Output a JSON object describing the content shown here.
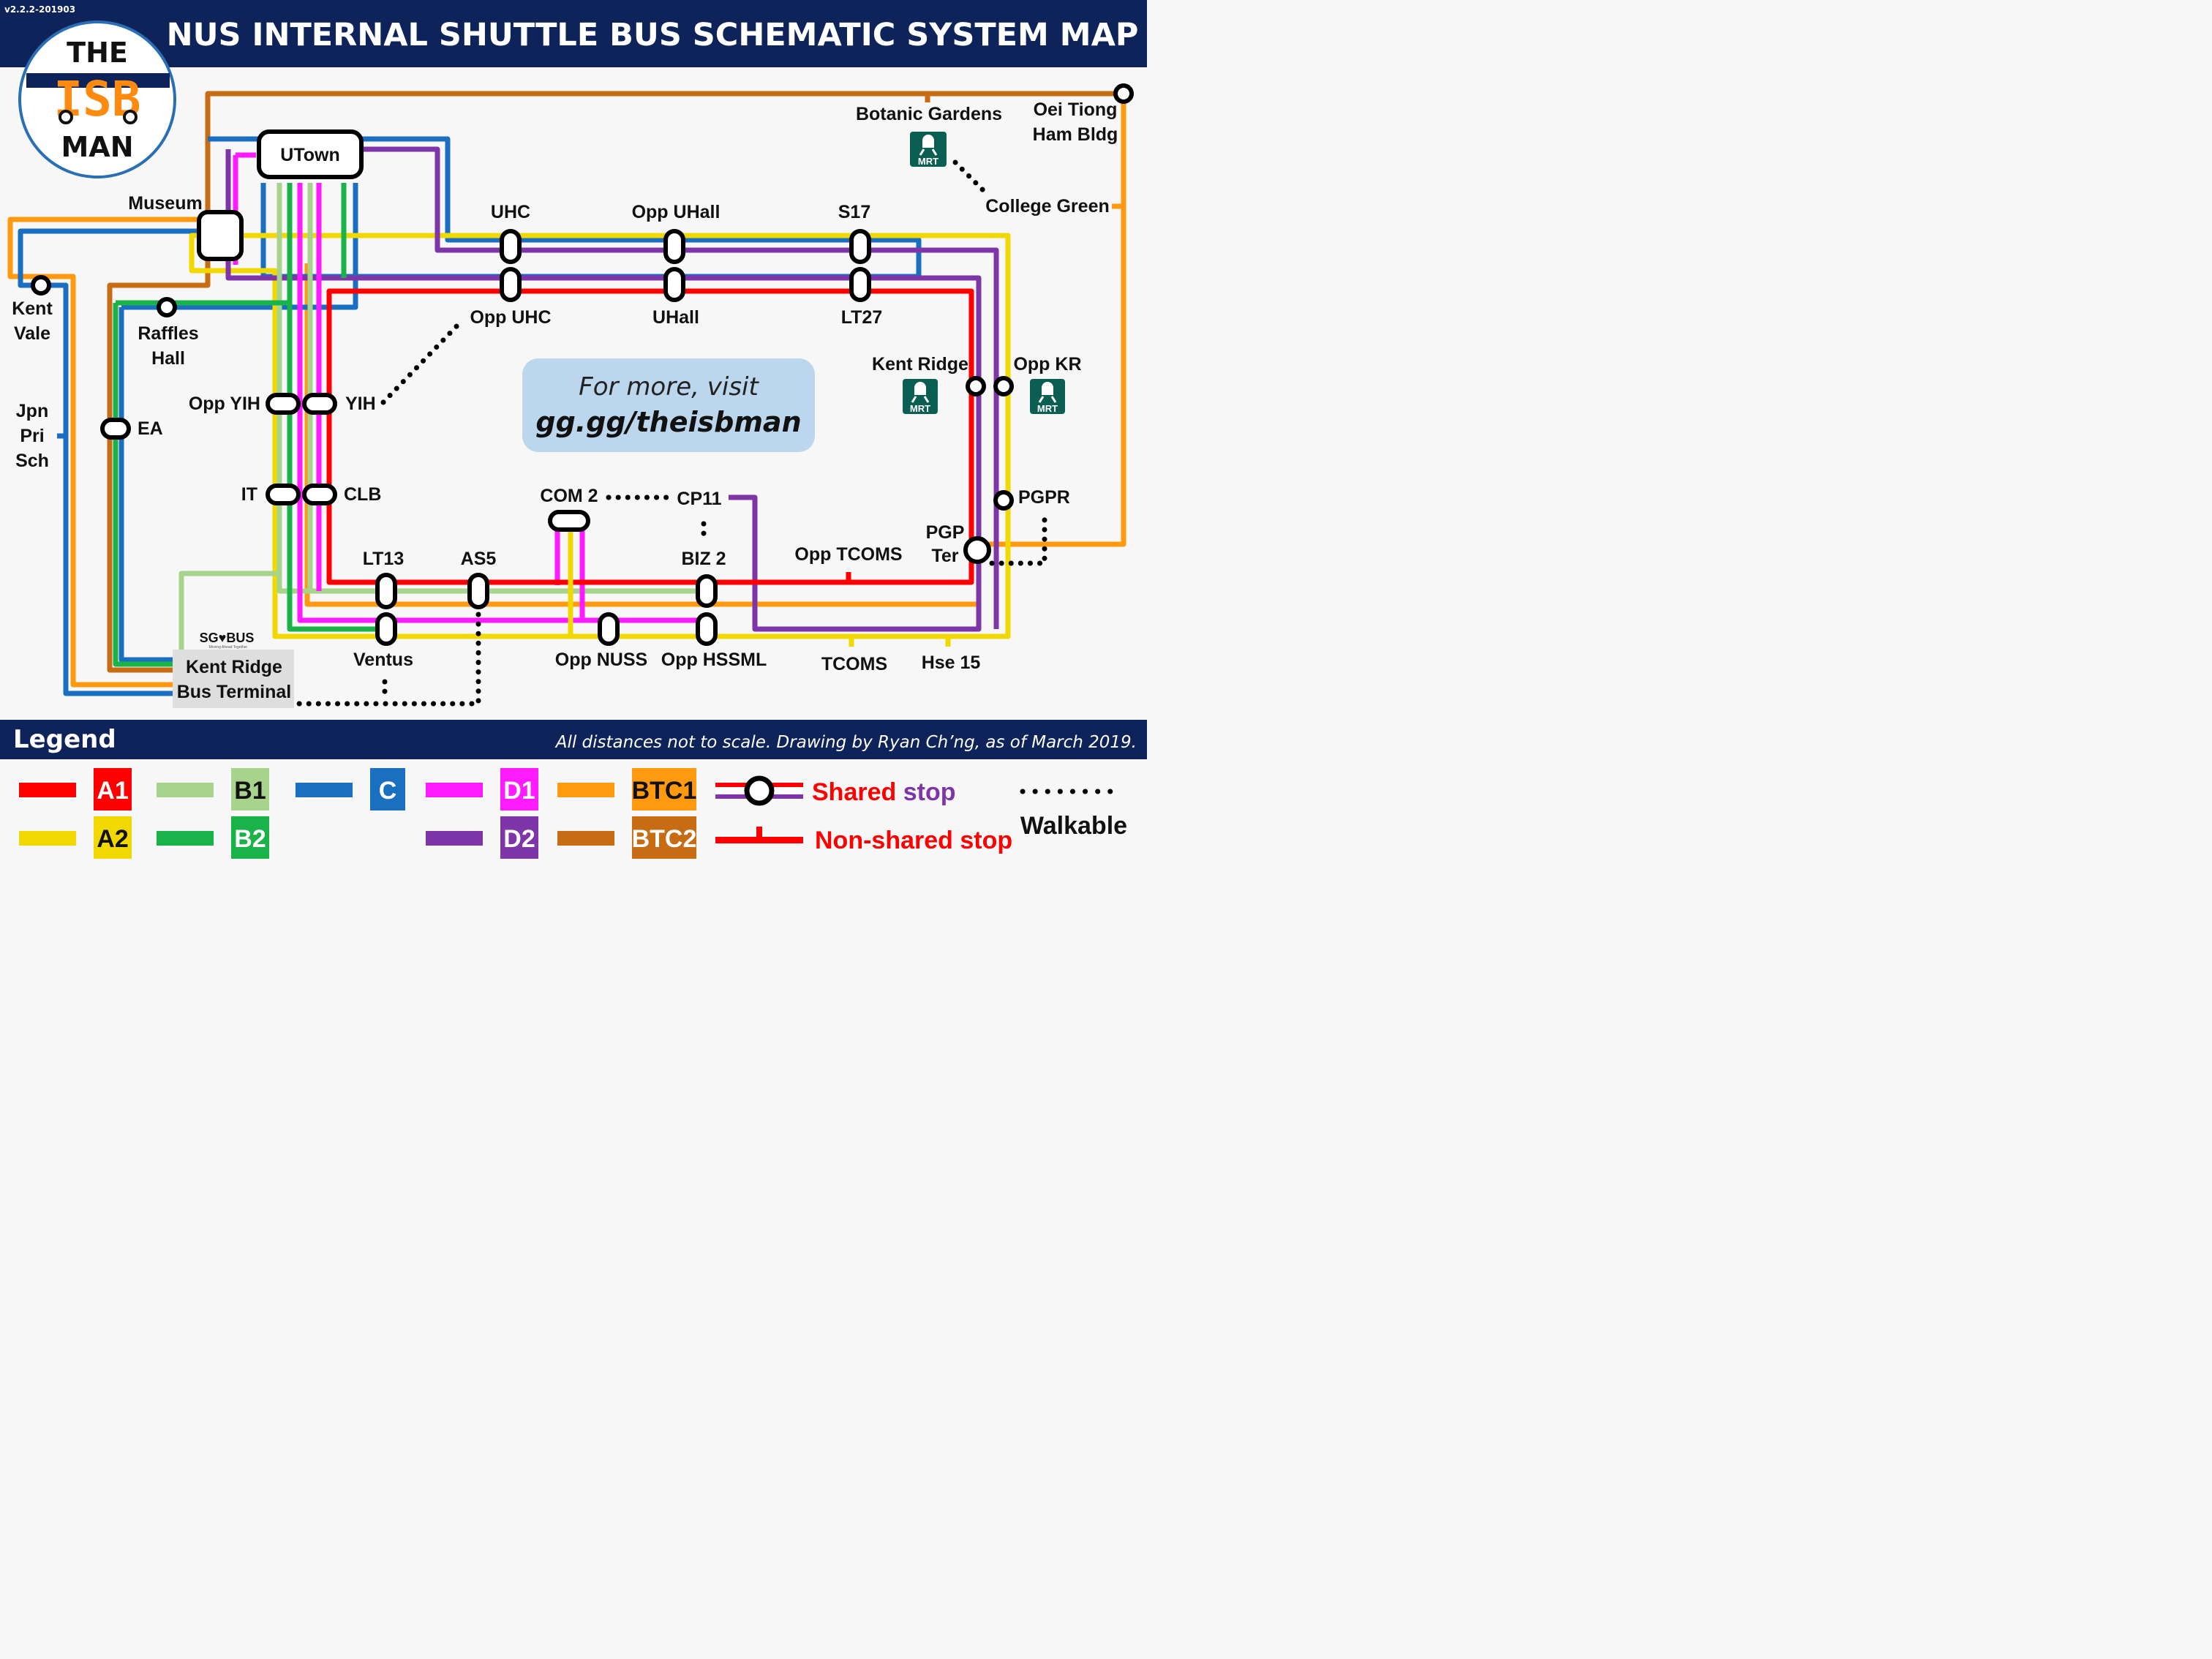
{
  "version": "v2.2.2-201903",
  "title": "NUS INTERNAL SHUTTLE BUS SCHEMATIC SYSTEM MAP",
  "logo": {
    "top": "THE",
    "middle": "ISB",
    "bottom": "MAN"
  },
  "info_box": {
    "line1": "For more, visit",
    "line2": "gg.gg/theisbman"
  },
  "footer": {
    "legend_title": "Legend",
    "note": "All distances not to scale. Drawing by Ryan Ch’ng, as of March 2019."
  },
  "routes": [
    {
      "id": "A1",
      "color": "#ff0000"
    },
    {
      "id": "A2",
      "color": "#f0d800"
    },
    {
      "id": "B1",
      "color": "#a8d38c"
    },
    {
      "id": "B2",
      "color": "#1ab34a"
    },
    {
      "id": "C",
      "color": "#1a6fc0"
    },
    {
      "id": "D1",
      "color": "#ff1aff"
    },
    {
      "id": "D2",
      "color": "#7d35a8"
    },
    {
      "id": "BTC1",
      "color": "#ff9a10"
    },
    {
      "id": "BTC2",
      "color": "#c86c14"
    }
  ],
  "legend": {
    "shared_stop_1": "Shared",
    "shared_stop_2": " stop",
    "non_shared_stop": "Non-shared stop",
    "walkable": "Walkable"
  },
  "sgbus": {
    "text": "SG♥BUS",
    "tag": "Moving Ahead Together"
  },
  "mrt_label": "MRT",
  "stops": {
    "utown": "UTown",
    "museum": "Museum",
    "kent_vale_1": "Kent",
    "kent_vale_2": "Vale",
    "raffles_1": "Raffles",
    "raffles_2": "Hall",
    "jpn_1": "Jpn",
    "jpn_2": "Pri",
    "jpn_3": "Sch",
    "ea": "EA",
    "opp_yih": "Opp YIH",
    "yih": "YIH",
    "it": "IT",
    "clb": "CLB",
    "uhc": "UHC",
    "opp_uhall": "Opp UHall",
    "s17": "S17",
    "opp_uhc": "Opp UHC",
    "uhall": "UHall",
    "lt27": "LT27",
    "botanic": "Botanic Gardens",
    "oei_1": "Oei Tiong",
    "oei_2": "Ham Bldg",
    "college_green": "College Green",
    "kent_ridge": "Kent Ridge",
    "opp_kr": "Opp KR",
    "pgpr": "PGPR",
    "pgp_1": "PGP",
    "pgp_2": "Ter",
    "com2": "COM 2",
    "cp11": "CP11",
    "biz2": "BIZ 2",
    "opp_tcoms": "Opp TCOMS",
    "lt13": "LT13",
    "as5": "AS5",
    "ventus": "Ventus",
    "opp_nuss": "Opp NUSS",
    "opp_hssml": "Opp HSSML",
    "tcoms": "TCOMS",
    "hse15": "Hse 15",
    "krbt_1": "Kent Ridge",
    "krbt_2": "Bus Terminal"
  }
}
